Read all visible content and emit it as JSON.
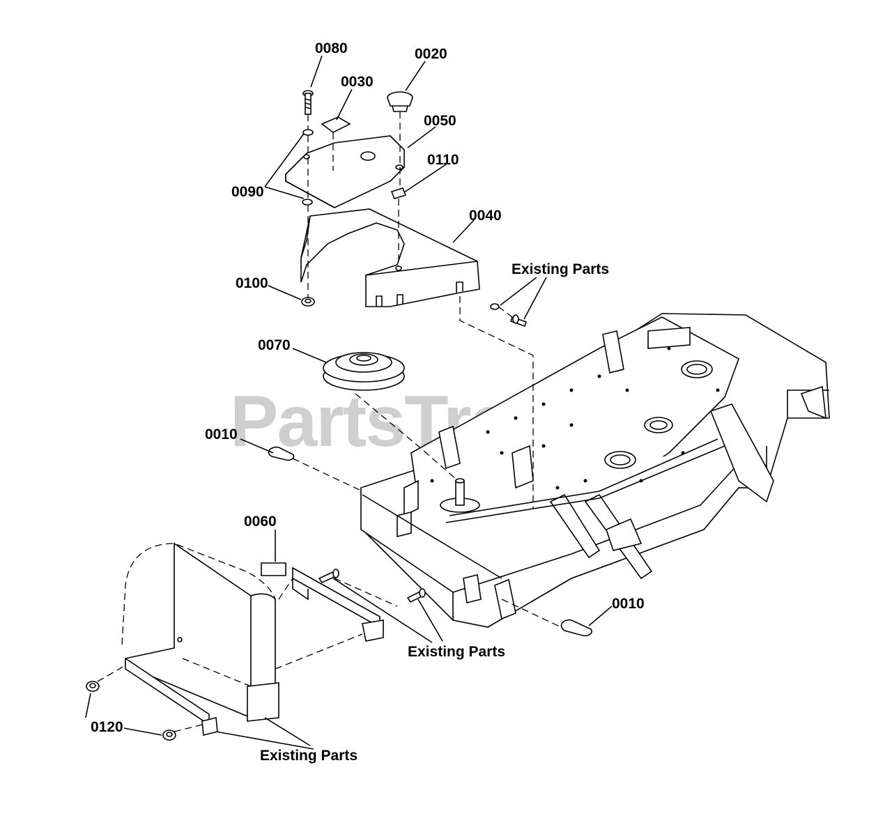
{
  "watermark": {
    "brand": "PartsTree",
    "trademark": "™"
  },
  "parts": [
    {
      "id": "0080",
      "label": "0080"
    },
    {
      "id": "0020",
      "label": "0020"
    },
    {
      "id": "0030",
      "label": "0030"
    },
    {
      "id": "0050",
      "label": "0050"
    },
    {
      "id": "0110",
      "label": "0110"
    },
    {
      "id": "0090",
      "label": "0090"
    },
    {
      "id": "0040",
      "label": "0040"
    },
    {
      "id": "0100",
      "label": "0100"
    },
    {
      "id": "0070",
      "label": "0070"
    },
    {
      "id": "0010a",
      "label": "0010"
    },
    {
      "id": "0060",
      "label": "0060"
    },
    {
      "id": "0010b",
      "label": "0010"
    },
    {
      "id": "0120",
      "label": "0120"
    }
  ],
  "callouts": {
    "existing_1": "Existing Parts",
    "existing_2": "Existing Parts",
    "existing_3": "Existing Parts"
  },
  "colors": {
    "line": "#000000",
    "watermark": "#cfcfcf",
    "background": "#ffffff"
  }
}
